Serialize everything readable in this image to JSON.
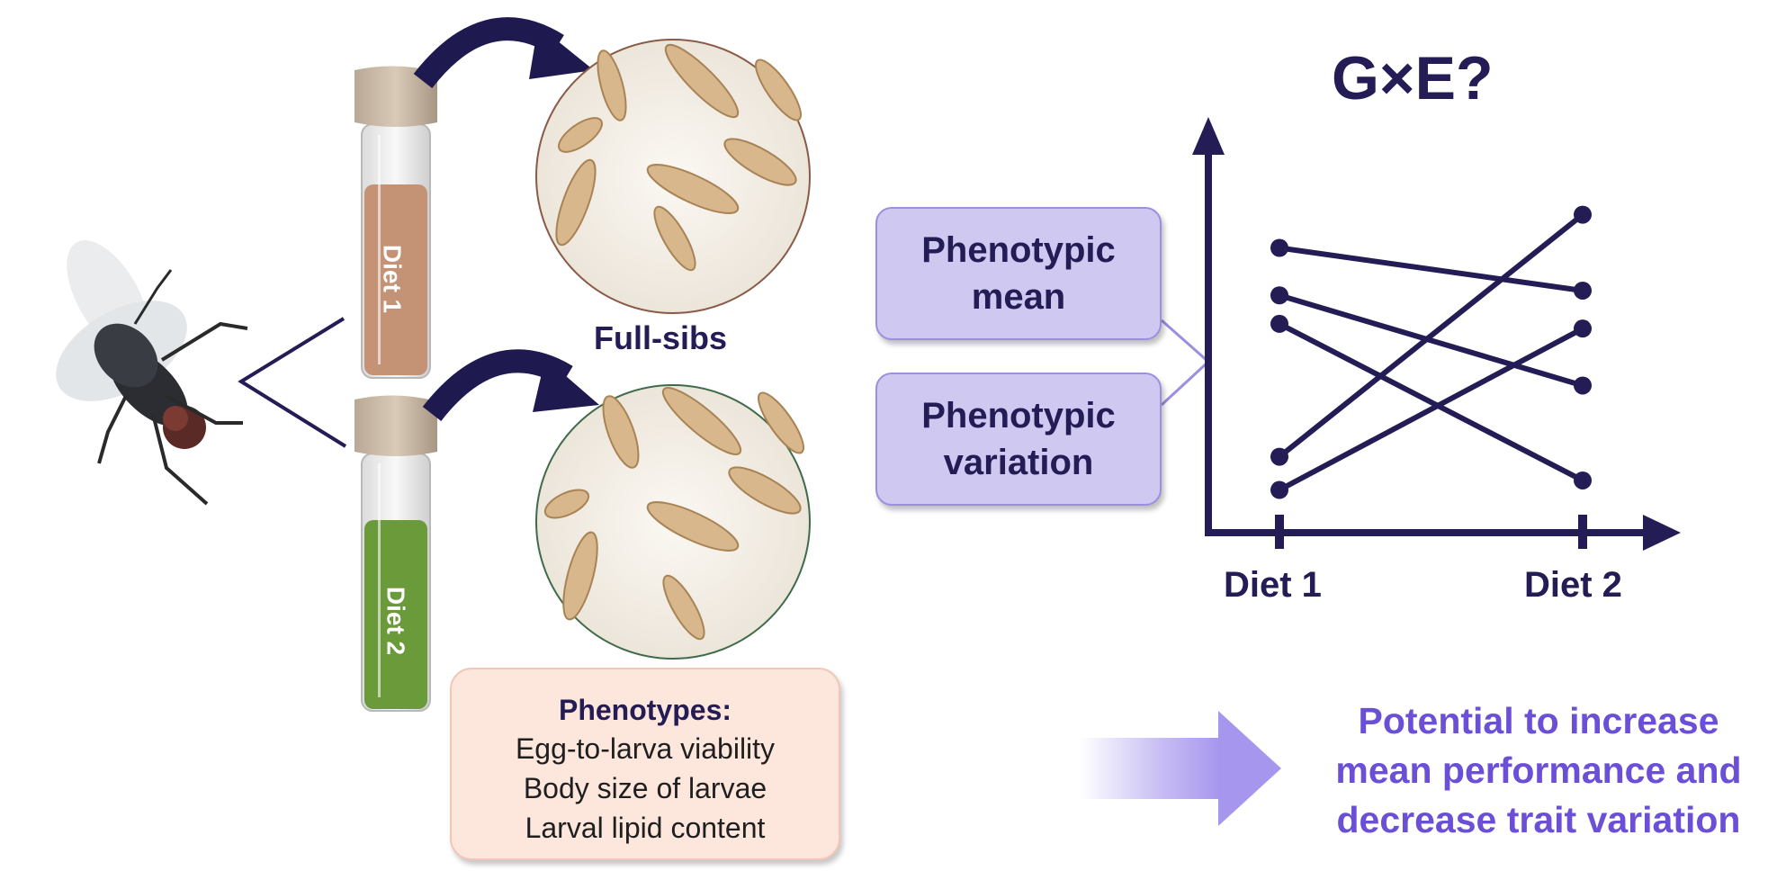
{
  "title": "G×E?",
  "tubes": [
    {
      "label": "Diet 1",
      "fill_color": "#c49274"
    },
    {
      "label": "Diet 2",
      "fill_color": "#6a9a3a"
    }
  ],
  "fullsibs_label": "Full-sibs",
  "phenotype_boxes": {
    "mean": [
      "Phenotypic",
      "mean"
    ],
    "variation": [
      "Phenotypic",
      "variation"
    ]
  },
  "chart_data": {
    "type": "line",
    "categories": [
      "Diet 1",
      "Diet 2"
    ],
    "series": [
      {
        "values": [
          3.0,
          2.55
        ]
      },
      {
        "values": [
          2.5,
          1.55
        ]
      },
      {
        "values": [
          2.2,
          0.55
        ]
      },
      {
        "values": [
          0.8,
          3.35
        ]
      },
      {
        "values": [
          0.45,
          2.15
        ]
      }
    ],
    "ylim": [
      0,
      4
    ],
    "xlabel": "",
    "ylabel": "",
    "title": "",
    "grid": false
  },
  "phenotypes": {
    "header": "Phenotypes:",
    "items": [
      "Egg-to-larva viability",
      "Body size of larvae",
      "Larval lipid content"
    ]
  },
  "potential_text": [
    "Potential to increase",
    "mean performance and",
    "decrease trait variation"
  ],
  "colors": {
    "dark_navy": "#231c55",
    "accent_purple": "#6b4fd6",
    "box_lavender": "#cfc8f1",
    "box_peach": "#fde6dc"
  }
}
